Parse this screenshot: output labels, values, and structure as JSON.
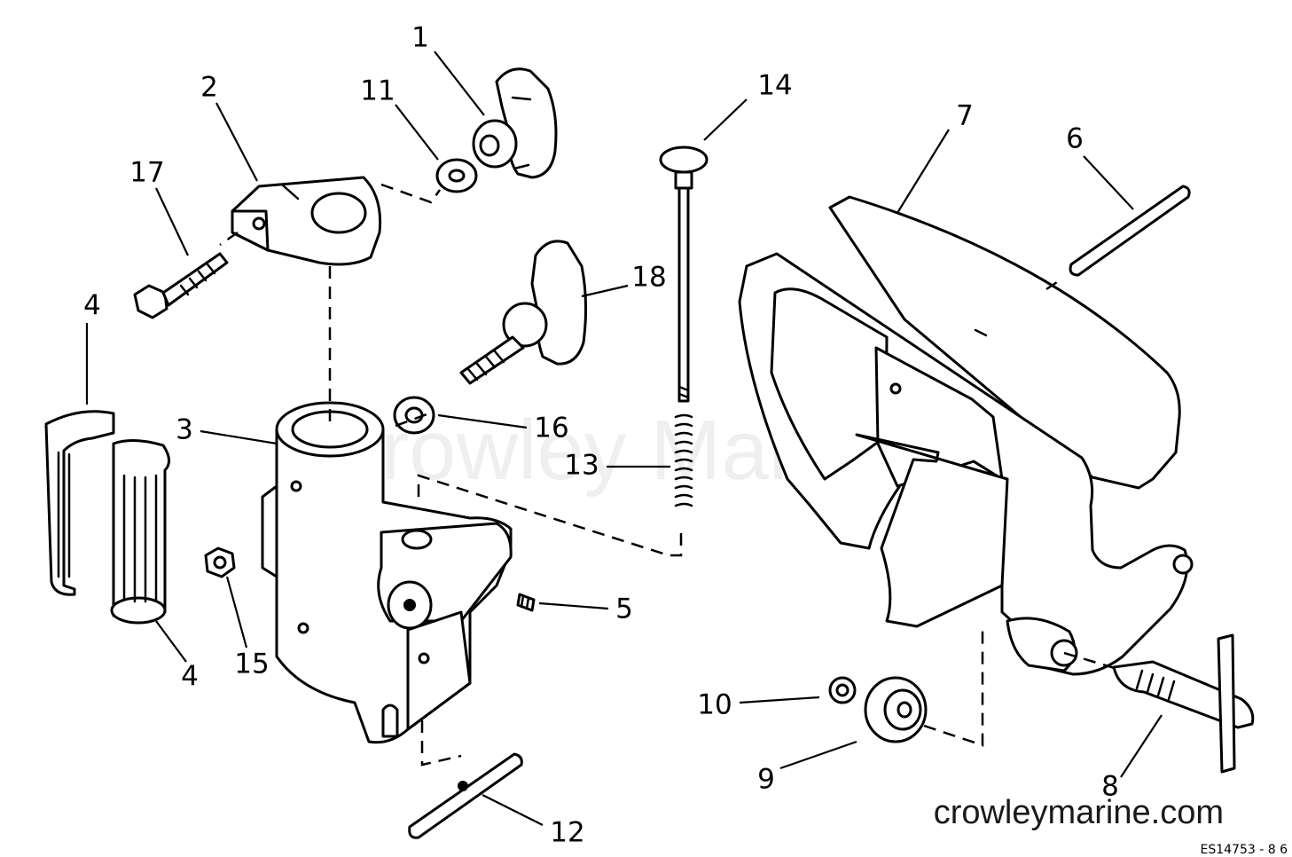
{
  "watermark": "Crowley Marine",
  "site_credit": "crowleymarine.com",
  "drawing_code": "ES14753 - 8 6",
  "callouts": [
    {
      "id": "1",
      "label": "1"
    },
    {
      "id": "2",
      "label": "2"
    },
    {
      "id": "3",
      "label": "3"
    },
    {
      "id": "4a",
      "label": "4"
    },
    {
      "id": "4b",
      "label": "4"
    },
    {
      "id": "5",
      "label": "5"
    },
    {
      "id": "6",
      "label": "6"
    },
    {
      "id": "7",
      "label": "7"
    },
    {
      "id": "8",
      "label": "8"
    },
    {
      "id": "9",
      "label": "9"
    },
    {
      "id": "10",
      "label": "10"
    },
    {
      "id": "11",
      "label": "11"
    },
    {
      "id": "12",
      "label": "12"
    },
    {
      "id": "13",
      "label": "13"
    },
    {
      "id": "14",
      "label": "14"
    },
    {
      "id": "15",
      "label": "15"
    },
    {
      "id": "16",
      "label": "16"
    },
    {
      "id": "17",
      "label": "17"
    },
    {
      "id": "18",
      "label": "18"
    }
  ]
}
